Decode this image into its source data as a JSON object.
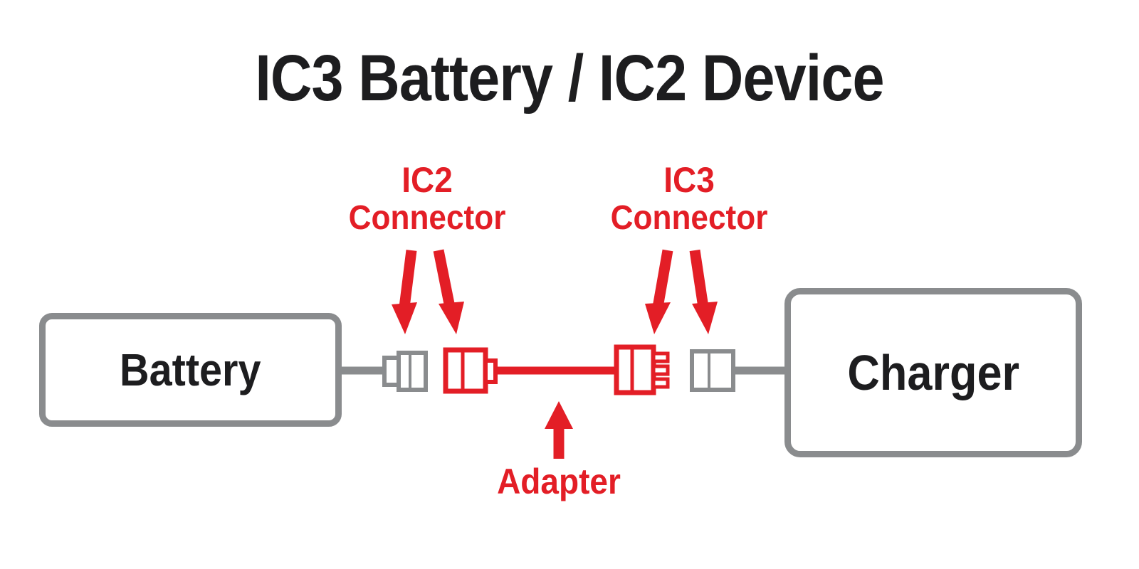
{
  "title": "IC3 Battery / IC2 Device",
  "labels": {
    "ic2": {
      "line1": "IC2",
      "line2": "Connector"
    },
    "ic3": {
      "line1": "IC3",
      "line2": "Connector"
    },
    "adapter": "Adapter"
  },
  "nodes": {
    "battery": {
      "label": "Battery"
    },
    "charger": {
      "label": "Charger"
    }
  },
  "icons": [
    "battery-side-connector-icon",
    "adapter-ic2-connector-icon",
    "adapter-ic3-connector-icon",
    "charger-side-connector-icon",
    "ic2-arrow-left-icon",
    "ic2-arrow-right-icon",
    "ic3-arrow-left-icon",
    "ic3-arrow-right-icon",
    "adapter-up-arrow-icon"
  ],
  "colors": {
    "red": "#e31e26",
    "gray": "#8a8c8e",
    "ink": "#1d1d1f"
  }
}
